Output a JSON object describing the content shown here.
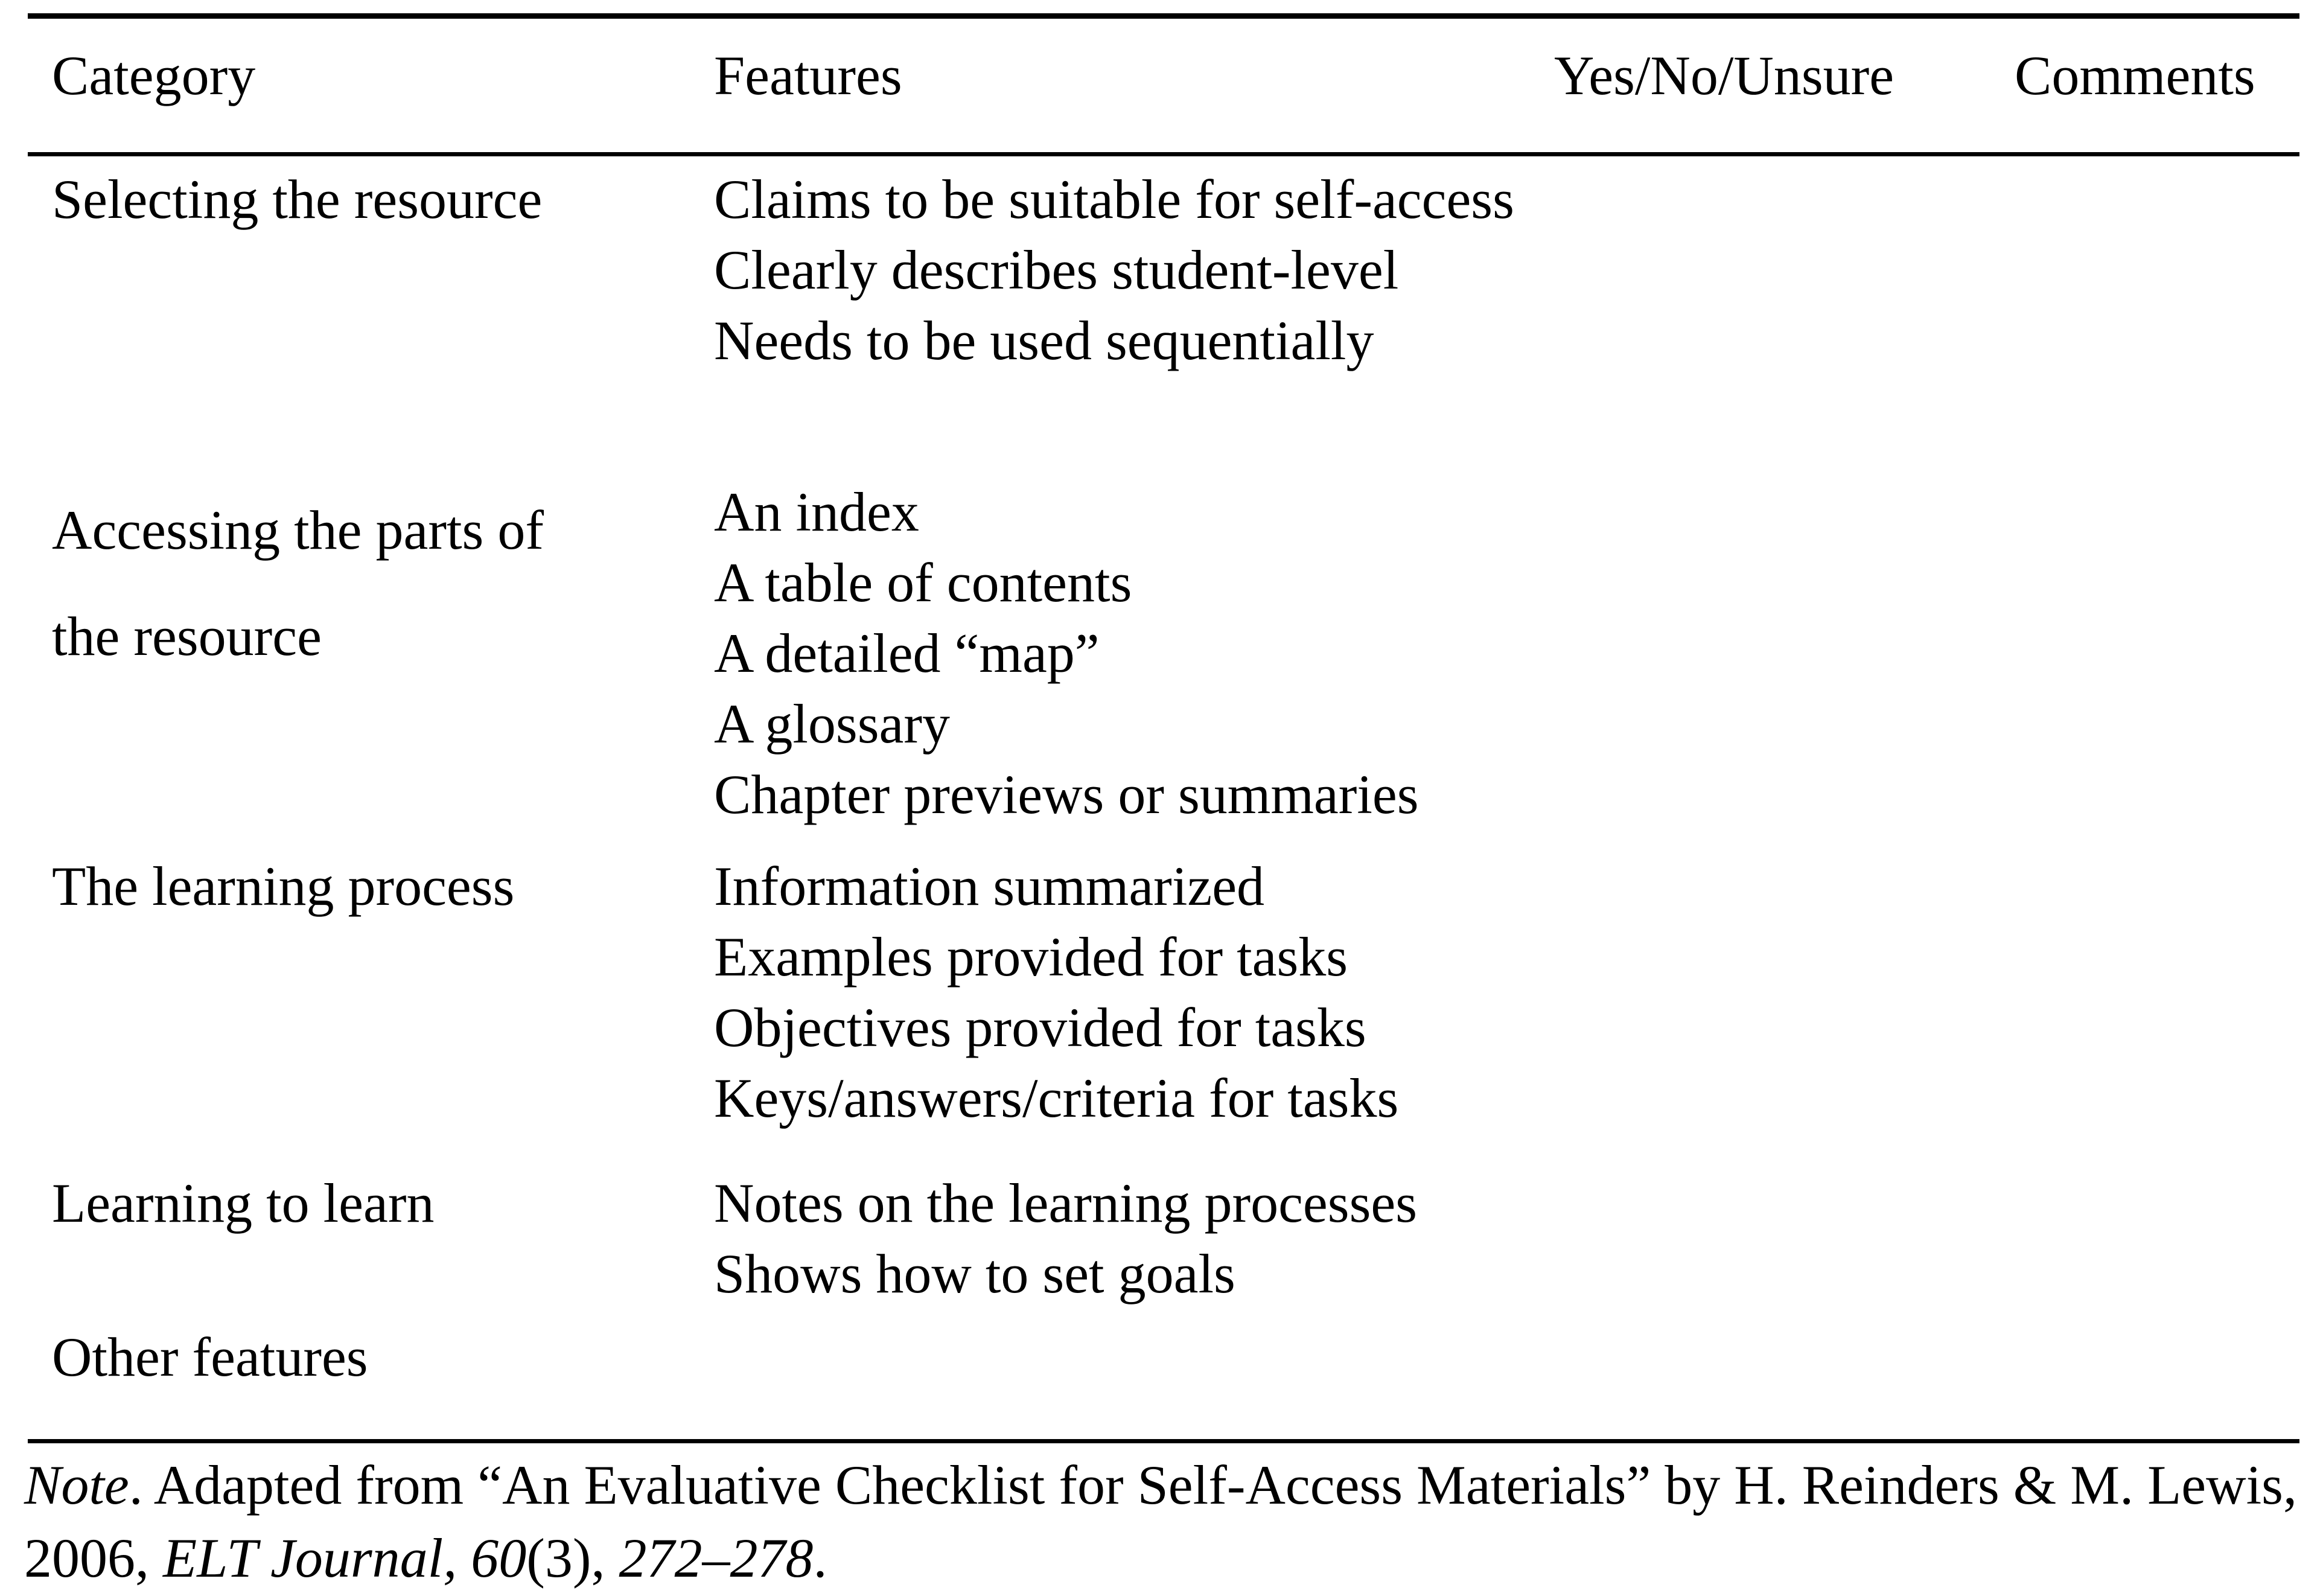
{
  "table": {
    "columns": [
      {
        "key": "category",
        "label": "Category"
      },
      {
        "key": "features",
        "label": "Features"
      },
      {
        "key": "yesno",
        "label": "Yes/No/Unsure"
      },
      {
        "key": "comments",
        "label": "Comments"
      }
    ],
    "rows": [
      {
        "category": "Selecting the resource",
        "features": [
          "Claims to be suitable for self-access",
          "Clearly describes student-level",
          "Needs to be used sequentially"
        ],
        "yesno": "",
        "comments": ""
      },
      {
        "category": "Accessing the parts of the resource",
        "category_line1": "Accessing the parts of",
        "category_line2": "the resource",
        "features": [
          "An index",
          "A table of contents",
          "A detailed “map”",
          "A glossary",
          "Chapter previews or summaries"
        ],
        "yesno": "",
        "comments": ""
      },
      {
        "category": "The learning process",
        "features": [
          "Information summarized",
          "Examples provided for tasks",
          "Objectives provided for tasks",
          "Keys/answers/criteria for tasks"
        ],
        "yesno": "",
        "comments": ""
      },
      {
        "category": "Learning to learn",
        "features": [
          "Notes on the learning processes",
          "Shows how to set goals"
        ],
        "yesno": "",
        "comments": ""
      },
      {
        "category": "Other features",
        "features": [],
        "yesno": "",
        "comments": ""
      }
    ]
  },
  "note": {
    "label": "Note",
    "part1": ". Adapted from “An Evaluative Checklist for Self-Access Materials” by H. Reinders & M. Lewis, 2006, ",
    "journal": "ELT Journal, 60",
    "part2": "(3), ",
    "pages": "272–278",
    "part3": "."
  },
  "style": {
    "text_color": "#000000",
    "background": "#ffffff",
    "rule_color": "#000000"
  }
}
